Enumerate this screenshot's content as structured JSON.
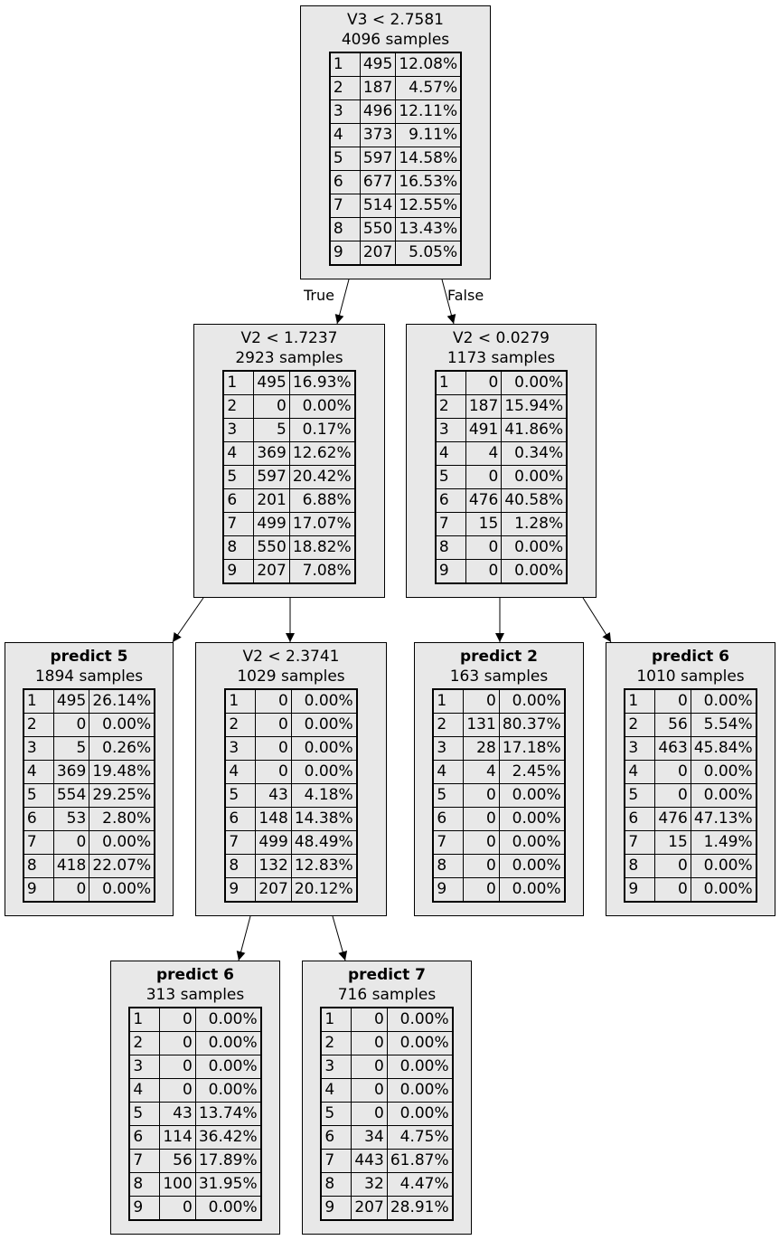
{
  "tree": {
    "edge_labels": {
      "true_label": "True",
      "false_label": "False"
    },
    "nodes": [
      {
        "id": "root",
        "title": "V3 < 2.7581",
        "samples": "4096 samples",
        "leaf": false,
        "rows": [
          [
            "1",
            "495",
            "12.08%"
          ],
          [
            "2",
            "187",
            "4.57%"
          ],
          [
            "3",
            "496",
            "12.11%"
          ],
          [
            "4",
            "373",
            "9.11%"
          ],
          [
            "5",
            "597",
            "14.58%"
          ],
          [
            "6",
            "677",
            "16.53%"
          ],
          [
            "7",
            "514",
            "12.55%"
          ],
          [
            "8",
            "550",
            "13.43%"
          ],
          [
            "9",
            "207",
            "5.05%"
          ]
        ]
      },
      {
        "id": "n-left",
        "title": "V2 < 1.7237",
        "samples": "2923 samples",
        "leaf": false,
        "rows": [
          [
            "1",
            "495",
            "16.93%"
          ],
          [
            "2",
            "0",
            "0.00%"
          ],
          [
            "3",
            "5",
            "0.17%"
          ],
          [
            "4",
            "369",
            "12.62%"
          ],
          [
            "5",
            "597",
            "20.42%"
          ],
          [
            "6",
            "201",
            "6.88%"
          ],
          [
            "7",
            "499",
            "17.07%"
          ],
          [
            "8",
            "550",
            "18.82%"
          ],
          [
            "9",
            "207",
            "7.08%"
          ]
        ]
      },
      {
        "id": "n-right",
        "title": "V2 < 0.0279",
        "samples": "1173 samples",
        "leaf": false,
        "rows": [
          [
            "1",
            "0",
            "0.00%"
          ],
          [
            "2",
            "187",
            "15.94%"
          ],
          [
            "3",
            "491",
            "41.86%"
          ],
          [
            "4",
            "4",
            "0.34%"
          ],
          [
            "5",
            "0",
            "0.00%"
          ],
          [
            "6",
            "476",
            "40.58%"
          ],
          [
            "7",
            "15",
            "1.28%"
          ],
          [
            "8",
            "0",
            "0.00%"
          ],
          [
            "9",
            "0",
            "0.00%"
          ]
        ]
      },
      {
        "id": "leaf-a",
        "title": "predict 5",
        "samples": "1894 samples",
        "leaf": true,
        "rows": [
          [
            "1",
            "495",
            "26.14%"
          ],
          [
            "2",
            "0",
            "0.00%"
          ],
          [
            "3",
            "5",
            "0.26%"
          ],
          [
            "4",
            "369",
            "19.48%"
          ],
          [
            "5",
            "554",
            "29.25%"
          ],
          [
            "6",
            "53",
            "2.80%"
          ],
          [
            "7",
            "0",
            "0.00%"
          ],
          [
            "8",
            "418",
            "22.07%"
          ],
          [
            "9",
            "0",
            "0.00%"
          ]
        ]
      },
      {
        "id": "n-mid",
        "title": "V2 < 2.3741",
        "samples": "1029 samples",
        "leaf": false,
        "rows": [
          [
            "1",
            "0",
            "0.00%"
          ],
          [
            "2",
            "0",
            "0.00%"
          ],
          [
            "3",
            "0",
            "0.00%"
          ],
          [
            "4",
            "0",
            "0.00%"
          ],
          [
            "5",
            "43",
            "4.18%"
          ],
          [
            "6",
            "148",
            "14.38%"
          ],
          [
            "7",
            "499",
            "48.49%"
          ],
          [
            "8",
            "132",
            "12.83%"
          ],
          [
            "9",
            "207",
            "20.12%"
          ]
        ]
      },
      {
        "id": "leaf-b",
        "title": "predict 2",
        "samples": "163 samples",
        "leaf": true,
        "rows": [
          [
            "1",
            "0",
            "0.00%"
          ],
          [
            "2",
            "131",
            "80.37%"
          ],
          [
            "3",
            "28",
            "17.18%"
          ],
          [
            "4",
            "4",
            "2.45%"
          ],
          [
            "5",
            "0",
            "0.00%"
          ],
          [
            "6",
            "0",
            "0.00%"
          ],
          [
            "7",
            "0",
            "0.00%"
          ],
          [
            "8",
            "0",
            "0.00%"
          ],
          [
            "9",
            "0",
            "0.00%"
          ]
        ]
      },
      {
        "id": "leaf-c",
        "title": "predict 6",
        "samples": "1010 samples",
        "leaf": true,
        "rows": [
          [
            "1",
            "0",
            "0.00%"
          ],
          [
            "2",
            "56",
            "5.54%"
          ],
          [
            "3",
            "463",
            "45.84%"
          ],
          [
            "4",
            "0",
            "0.00%"
          ],
          [
            "5",
            "0",
            "0.00%"
          ],
          [
            "6",
            "476",
            "47.13%"
          ],
          [
            "7",
            "15",
            "1.49%"
          ],
          [
            "8",
            "0",
            "0.00%"
          ],
          [
            "9",
            "0",
            "0.00%"
          ]
        ]
      },
      {
        "id": "leaf-d",
        "title": "predict 6",
        "samples": "313 samples",
        "leaf": true,
        "rows": [
          [
            "1",
            "0",
            "0.00%"
          ],
          [
            "2",
            "0",
            "0.00%"
          ],
          [
            "3",
            "0",
            "0.00%"
          ],
          [
            "4",
            "0",
            "0.00%"
          ],
          [
            "5",
            "43",
            "13.74%"
          ],
          [
            "6",
            "114",
            "36.42%"
          ],
          [
            "7",
            "56",
            "17.89%"
          ],
          [
            "8",
            "100",
            "31.95%"
          ],
          [
            "9",
            "0",
            "0.00%"
          ]
        ]
      },
      {
        "id": "leaf-e",
        "title": "predict 7",
        "samples": "716 samples",
        "leaf": true,
        "rows": [
          [
            "1",
            "0",
            "0.00%"
          ],
          [
            "2",
            "0",
            "0.00%"
          ],
          [
            "3",
            "0",
            "0.00%"
          ],
          [
            "4",
            "0",
            "0.00%"
          ],
          [
            "5",
            "0",
            "0.00%"
          ],
          [
            "6",
            "34",
            "4.75%"
          ],
          [
            "7",
            "443",
            "61.87%"
          ],
          [
            "8",
            "32",
            "4.47%"
          ],
          [
            "9",
            "207",
            "28.91%"
          ]
        ]
      }
    ],
    "edges": [
      {
        "from": "root",
        "to": "n-left",
        "label": "true_label"
      },
      {
        "from": "root",
        "to": "n-right",
        "label": "false_label"
      },
      {
        "from": "n-left",
        "to": "leaf-a"
      },
      {
        "from": "n-left",
        "to": "n-mid"
      },
      {
        "from": "n-right",
        "to": "leaf-b"
      },
      {
        "from": "n-right",
        "to": "leaf-c"
      },
      {
        "from": "n-mid",
        "to": "leaf-d"
      },
      {
        "from": "n-mid",
        "to": "leaf-e"
      }
    ]
  }
}
